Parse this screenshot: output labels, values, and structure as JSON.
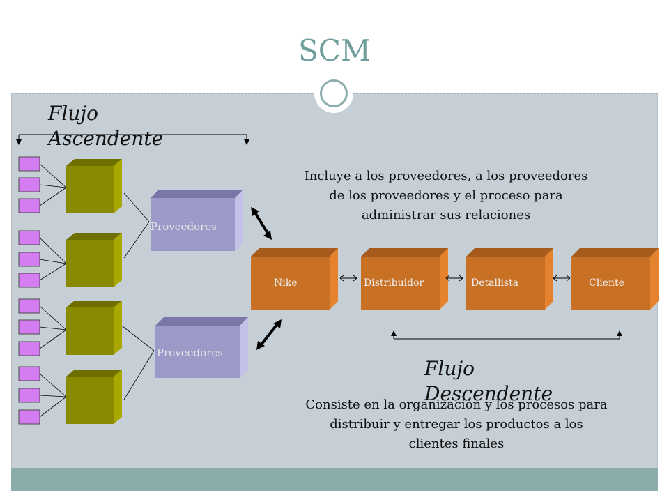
{
  "slide": {
    "title": "SCM"
  },
  "flows": {
    "upstream": {
      "line1": "Flujo",
      "line2": "Ascendente"
    },
    "downstream": {
      "line1": "Flujo",
      "line2": "Descendente"
    }
  },
  "suppliers": [
    "Proveedores",
    "Proveedores"
  ],
  "chain": [
    "Nike",
    "Distribuidor",
    "Detallista",
    "Cliente"
  ],
  "descriptions": {
    "upstream": [
      "Incluye a los proveedores, a los proveedores",
      "de los proveedores y el proceso para",
      "administrar sus relaciones"
    ],
    "downstream": [
      "Consiste en la organización y los procesos para",
      "distribuir y entregar los productos a los",
      "clientes finales"
    ]
  },
  "colors": {
    "chain_box": "#c87024",
    "chain_side": "#e5822e",
    "supplier_box": "#9c9ac8",
    "olive_box": "#8a8a00",
    "magenta_box": "#d57cf0",
    "accent": "#8aadab"
  }
}
